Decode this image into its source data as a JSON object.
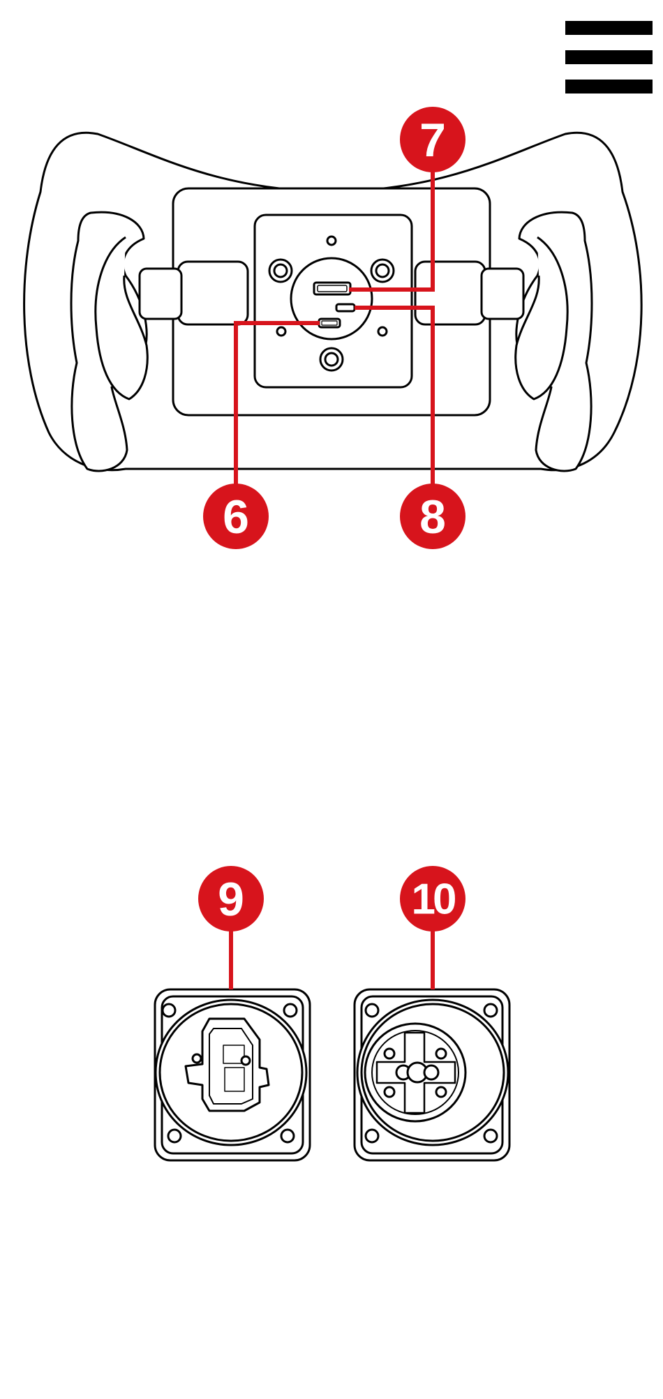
{
  "menu": {
    "icon": "hamburger-menu-icon"
  },
  "colors": {
    "callout": "#d7141c",
    "line": "#000000",
    "background": "#ffffff"
  },
  "callouts": {
    "c6": "6",
    "c7": "7",
    "c8": "8",
    "c9": "9",
    "c10": "10"
  }
}
